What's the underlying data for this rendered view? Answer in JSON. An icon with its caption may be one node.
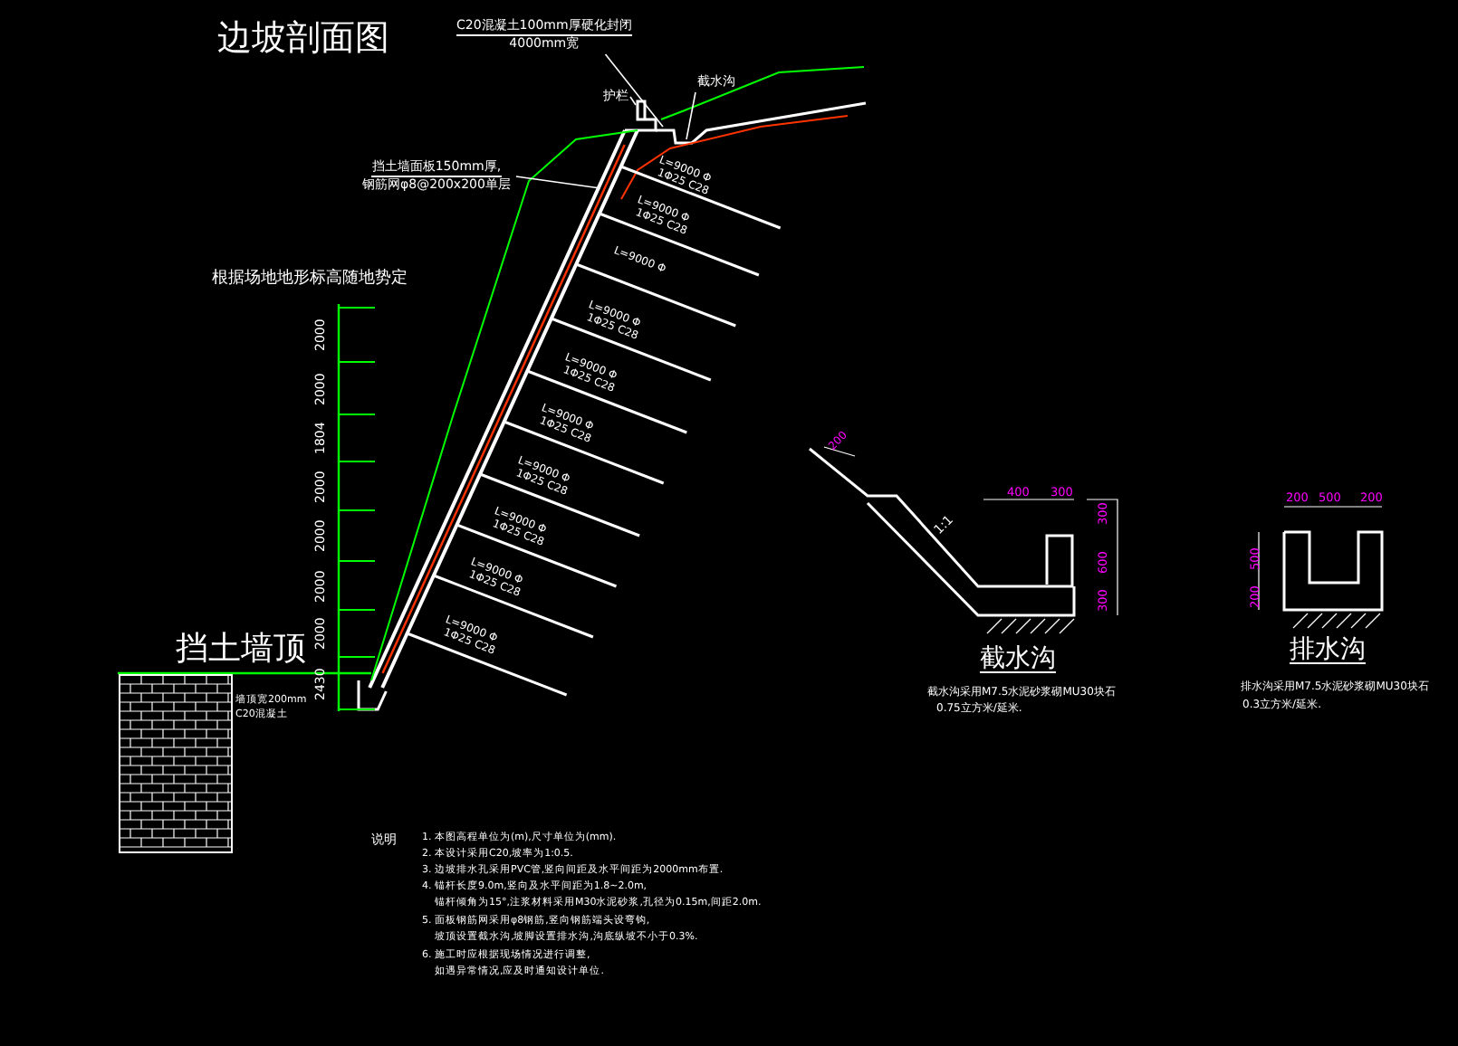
{
  "diagram": {
    "title": "边坡剖面图",
    "nodes": [
      {
        "text": [
          "C20混凝土100mm厚硬化封闭",
          "4000mm宽"
        ]
      },
      {
        "text": [
          "护栏"
        ]
      },
      {
        "text": [
          "截水沟"
        ]
      },
      {
        "text": [
          "挡土墙面板150mm厚,",
          "钢筋网φ8@200x200单层"
        ]
      }
    ],
    "edges": [
      {
        "from": 0,
        "to": null,
        "arrow": "none"
      },
      {
        "from": 1,
        "to": null,
        "arrow": "none"
      },
      {
        "from": 2,
        "to": null,
        "arrow": "none"
      },
      {
        "from": 3,
        "to": null,
        "arrow": "none"
      }
    ],
    "labels": [
      "根据场地地形标高随地势定",
      "2000",
      "2000",
      "1804",
      "2000",
      "2000",
      "2000",
      "2000",
      "2430",
      "挡土墙顶",
      "墙顶宽200mm",
      "C20混凝土",
      "L=9000 Φ",
      "1Φ25 C28",
      "L=9000 Φ",
      "1Φ25 C28",
      "L=9000 Φ",
      "L=9000 Φ",
      "1Φ25 C28",
      "L=9000 Φ",
      "1Φ25 C28",
      "L=9000 Φ",
      "1Φ25 C28",
      "L=9000 Φ",
      "1Φ25 C28",
      "L=9000 Φ",
      "1Φ25 C28",
      "L=9000 Φ",
      "1Φ25 C28",
      "L=9000 Φ",
      "1Φ25 C28",
      "说明",
      "1. 本图高程单位为(m),尺寸单位为(mm).",
      "2. 本设计采用C20,坡率为1:0.5.",
      "3. 边坡排水孔采用PVC管,竖向间距及水平间距为2000mm布置.",
      "4. 锚杆长度9.0m,竖向及水平间距为1.8~2.0m,",
      "锚杆倾角为15°,注浆材料采用M30水泥砂浆,孔径为0.15m,间距2.0m.",
      "5. 面板钢筋网采用φ8钢筋,竖向钢筋端头设弯钩,",
      "坡顶设置截水沟,坡脚设置排水沟,沟底纵坡不小于0.3%.",
      "6. 施工时应根据现场情况进行调整,",
      "如遇异常情况,应及时通知设计单位.",
      "200",
      "1:1",
      "400",
      "300",
      "300",
      "600",
      "300",
      "截水沟",
      "截水沟采用M7.5水泥砂浆砌MU30块石",
      "0.75立方米/延米.",
      "200",
      "500",
      "200",
      "500",
      "200",
      "排水沟",
      "排水沟采用M7.5水泥砂浆砌MU30块石",
      "0.3立方米/延米."
    ]
  }
}
